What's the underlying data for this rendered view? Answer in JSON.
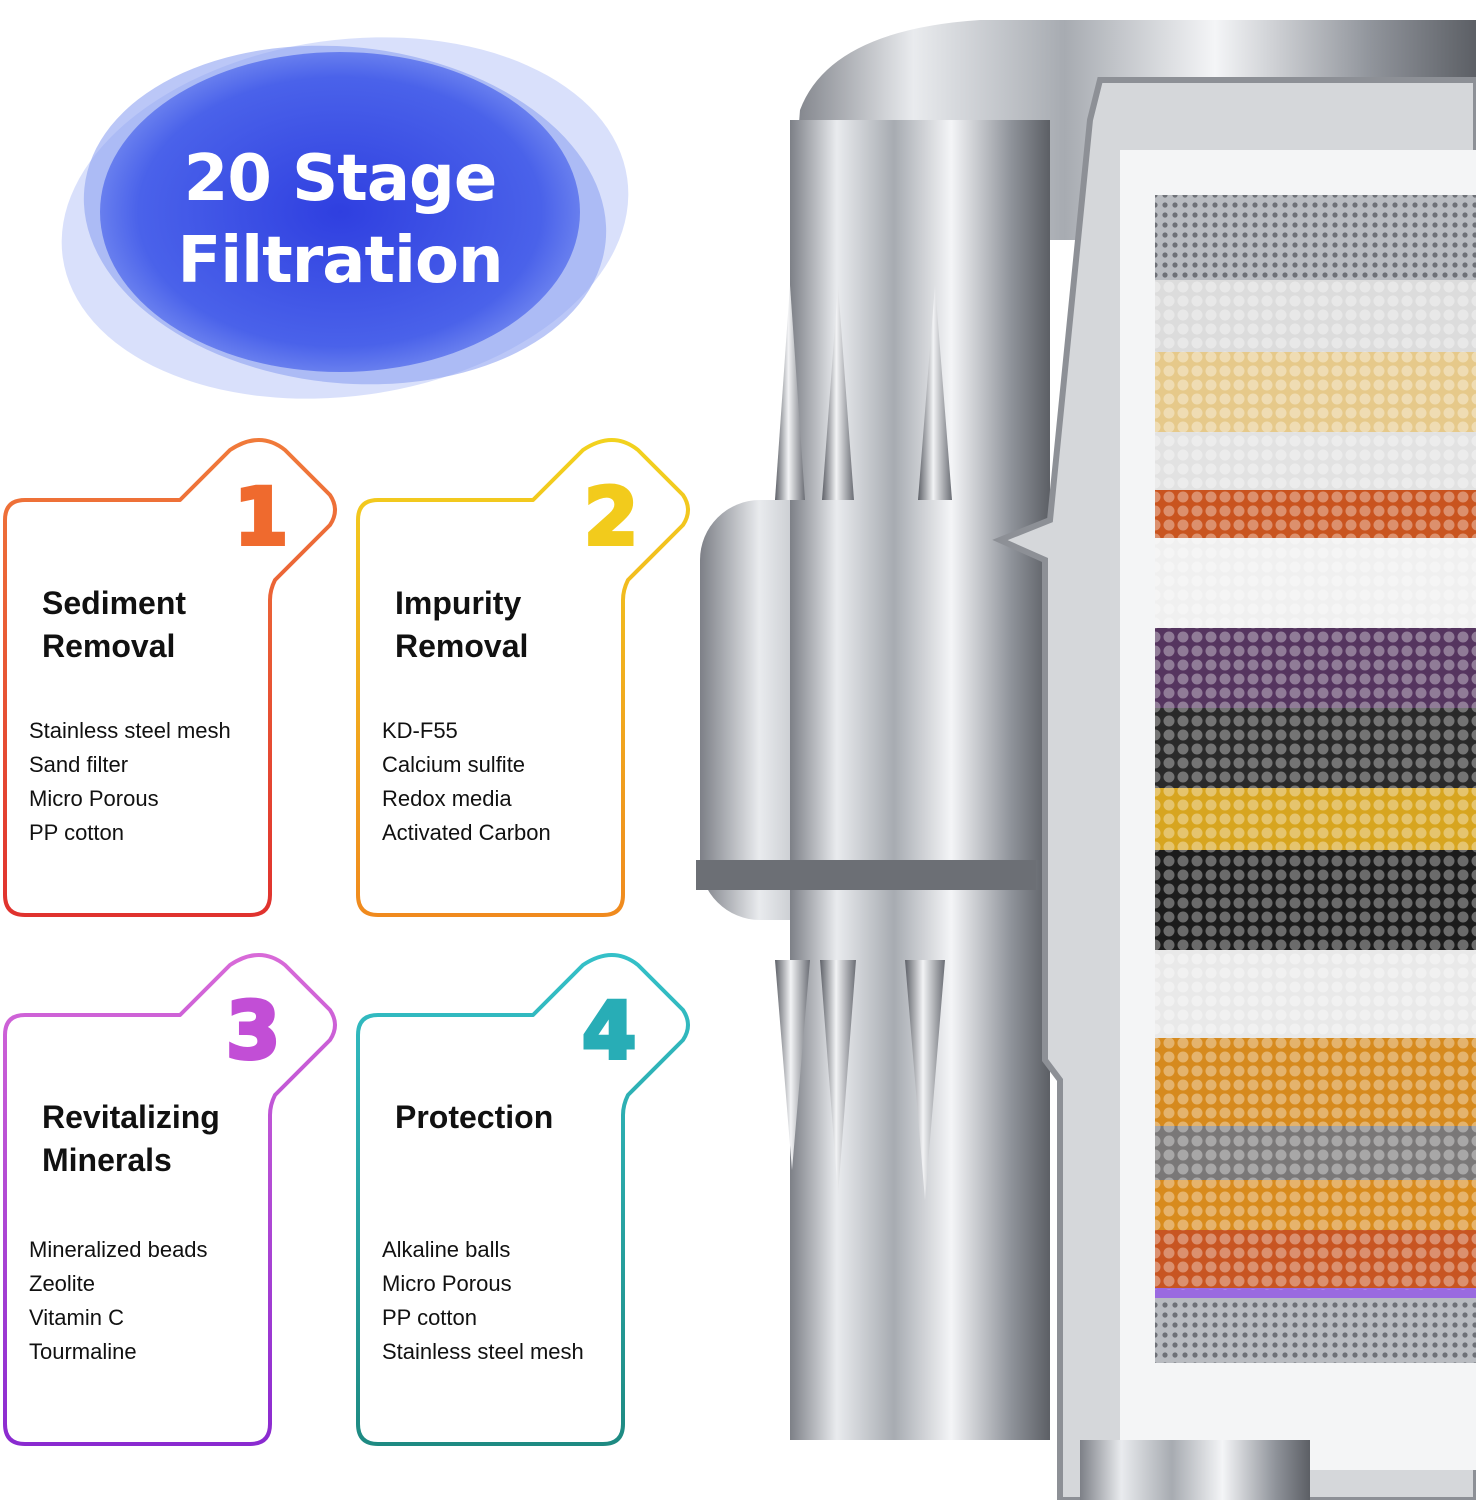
{
  "headline": {
    "line1": "20 Stage",
    "line2": "Filtration"
  },
  "cards": [
    {
      "number": "1",
      "title_line1": "Sediment",
      "title_line2": "Removal",
      "items": [
        "Stainless steel mesh",
        "Sand filter",
        "Micro Porous",
        "PP cotton"
      ],
      "color_top": "#f07a3a",
      "color_bottom": "#e0322e"
    },
    {
      "number": "2",
      "title_line1": "Impurity",
      "title_line2": "Removal",
      "items": [
        "KD-F55",
        "Calcium sulfite",
        "Redox media",
        "Activated Carbon"
      ],
      "color_top": "#f2d21e",
      "color_bottom": "#f08a1e"
    },
    {
      "number": "3",
      "title_line1": "Revitalizing",
      "title_line2": "Minerals",
      "items": [
        "Mineralized beads",
        "Zeolite",
        "Vitamin C",
        "Tourmaline"
      ],
      "color_top": "#d86ad8",
      "color_bottom": "#8a2ad0"
    },
    {
      "number": "4",
      "title_line1": "Protection",
      "title_line2": "",
      "items": [
        "Alkaline balls",
        "Micro Porous",
        "PP cotton",
        "Stainless steel mesh"
      ],
      "color_top": "#34c0c8",
      "color_bottom": "#1e8a82"
    }
  ],
  "colors": {
    "blob": "#3a56e6",
    "chrome": "#c9ccd1"
  }
}
